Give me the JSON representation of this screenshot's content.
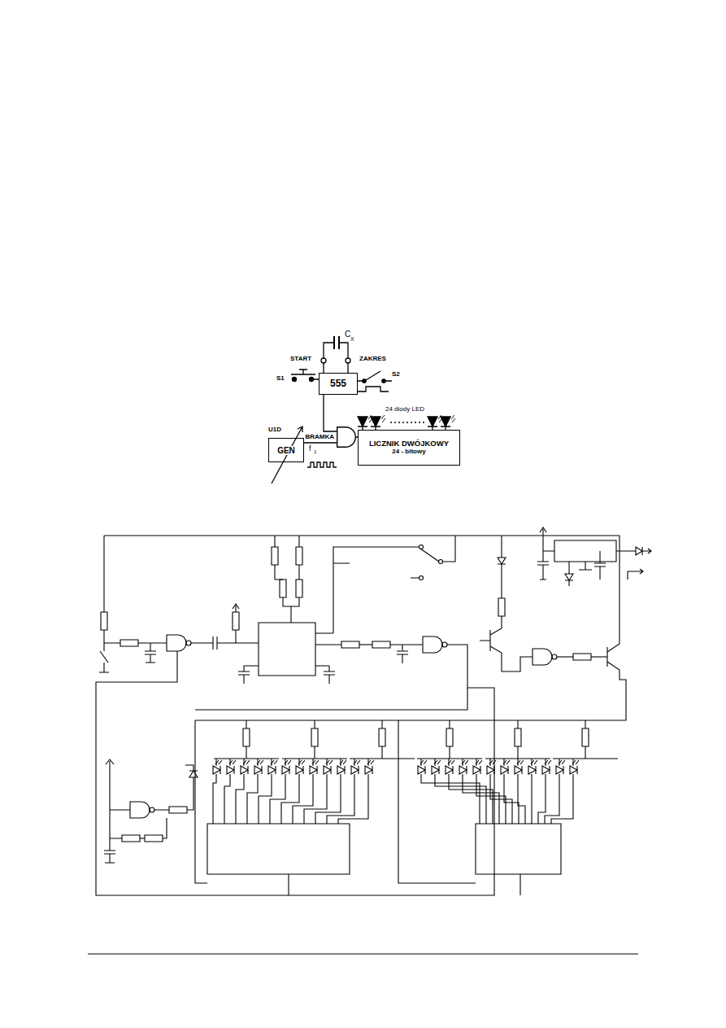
{
  "diagram": {
    "nodes": [
      {
        "text": [
          "555"
        ]
      },
      {
        "text": [
          "BRAMKA"
        ]
      },
      {
        "text": [
          "U1D",
          "GEN"
        ]
      },
      {
        "text": [
          "LICZNIK DWÓJKOWY",
          "24 - bitowy"
        ]
      }
    ],
    "edges": [
      {
        "from": 0,
        "to": 1,
        "arrow": "none"
      },
      {
        "from": 2,
        "to": 1,
        "arrow": "none"
      },
      {
        "from": 1,
        "to": 3,
        "arrow": "none"
      }
    ],
    "labels": [
      "C",
      "X",
      "START",
      "ZAKRES",
      "S1",
      "S2",
      "24 diody LED",
      "f",
      "1"
    ]
  }
}
